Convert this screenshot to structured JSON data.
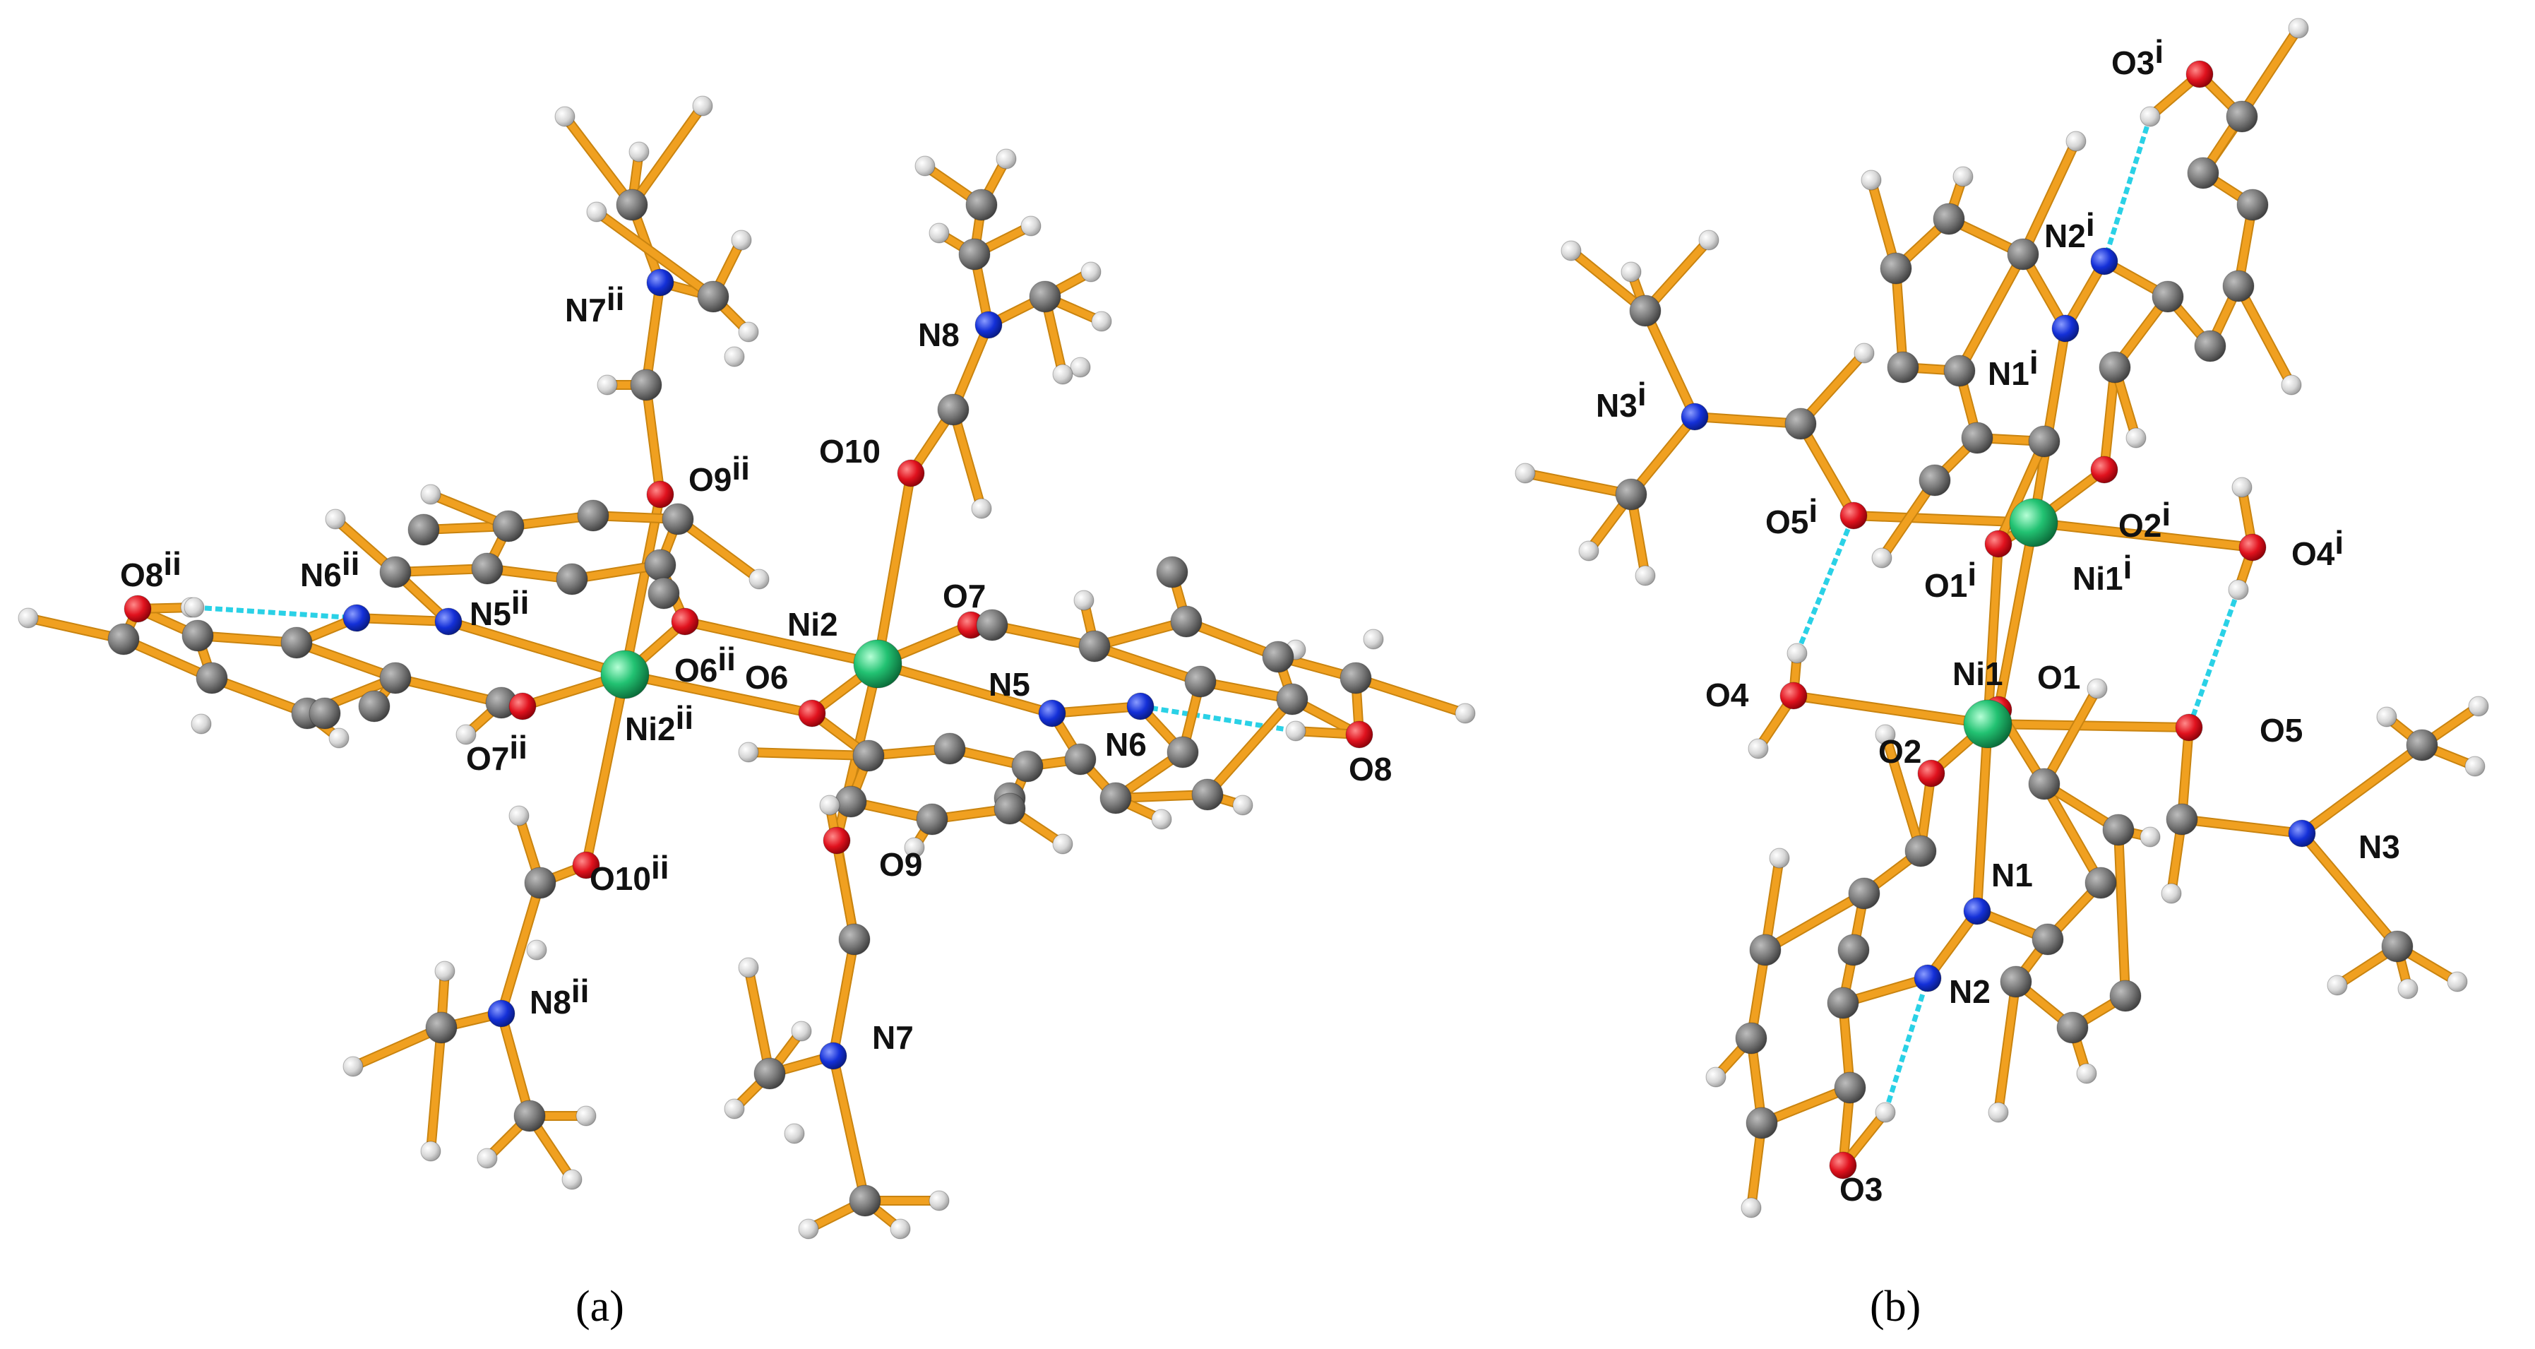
{
  "colors": {
    "bond": "#f0a020",
    "bond_dark": "#c98410",
    "hbond": "#2ad1e6",
    "carbon": "#7a7a7a",
    "hydrogen": "#d8d8d8",
    "oxygen": "#e0121e",
    "nitrogen": "#1430d8",
    "nickel": "#22c272"
  },
  "panel_a": {
    "caption_paren_open": "(",
    "caption_letter": "a",
    "caption_paren_close": ")",
    "labels": {
      "N7ii": {
        "base": "N7",
        "sup": "ii"
      },
      "N8": {
        "base": "N8",
        "sup": ""
      },
      "O10": {
        "base": "O10",
        "sup": ""
      },
      "O9ii": {
        "base": "O9",
        "sup": "ii"
      },
      "O8ii": {
        "base": "O8",
        "sup": "ii"
      },
      "N6ii": {
        "base": "N6",
        "sup": "ii"
      },
      "N5ii": {
        "base": "N5",
        "sup": "ii"
      },
      "Ni2": {
        "base": "Ni2",
        "sup": ""
      },
      "O7": {
        "base": "O7",
        "sup": ""
      },
      "O6ii": {
        "base": "O6",
        "sup": "ii"
      },
      "O6": {
        "base": "O6",
        "sup": ""
      },
      "N5": {
        "base": "N5",
        "sup": ""
      },
      "O7ii": {
        "base": "O7",
        "sup": "ii"
      },
      "Ni2ii": {
        "base": "Ni2",
        "sup": "ii"
      },
      "N6": {
        "base": "N6",
        "sup": ""
      },
      "O8": {
        "base": "O8",
        "sup": ""
      },
      "O9": {
        "base": "O9",
        "sup": ""
      },
      "O10ii": {
        "base": "O10",
        "sup": "ii"
      },
      "N8ii": {
        "base": "N8",
        "sup": "ii"
      },
      "N7": {
        "base": "N7",
        "sup": ""
      }
    }
  },
  "panel_b": {
    "caption_paren_open": "(",
    "caption_letter": "b",
    "caption_paren_close": ")",
    "labels": {
      "O3i": {
        "base": "O3",
        "sup": "i"
      },
      "N2i": {
        "base": "N2",
        "sup": "i"
      },
      "N3i": {
        "base": "N3",
        "sup": "i"
      },
      "N1i": {
        "base": "N1",
        "sup": "i"
      },
      "O5i": {
        "base": "O5",
        "sup": "i"
      },
      "O2i": {
        "base": "O2",
        "sup": "i"
      },
      "O1i": {
        "base": "O1",
        "sup": "i"
      },
      "Ni1i": {
        "base": "Ni1",
        "sup": "i"
      },
      "O4i": {
        "base": "O4",
        "sup": "i"
      },
      "O4": {
        "base": "O4",
        "sup": ""
      },
      "Ni1": {
        "base": "Ni1",
        "sup": ""
      },
      "O1": {
        "base": "O1",
        "sup": ""
      },
      "O5": {
        "base": "O5",
        "sup": ""
      },
      "O2": {
        "base": "O2",
        "sup": ""
      },
      "N3": {
        "base": "N3",
        "sup": ""
      },
      "N1": {
        "base": "N1",
        "sup": ""
      },
      "N2": {
        "base": "N2",
        "sup": ""
      },
      "O3": {
        "base": "O3",
        "sup": ""
      }
    }
  }
}
